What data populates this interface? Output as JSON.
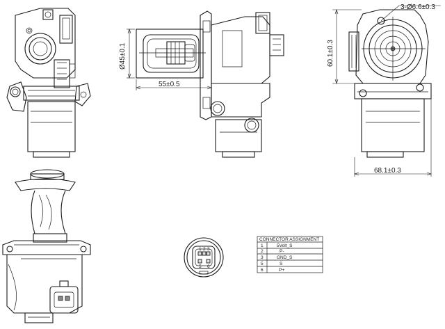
{
  "dimensions": {
    "diameter_bore": "Ø45±0.1",
    "length_flange": "55±0.5",
    "holes": "3-Ø6.6±0.3",
    "height_center": "60.1±0.3",
    "width_total": "68.1±0.3"
  },
  "connector_table": {
    "title": "CONNECTOR ASSIGNMENT",
    "rows": [
      {
        "pin": "1",
        "signal": "5Volt_S"
      },
      {
        "pin": "2",
        "signal": "P-"
      },
      {
        "pin": "3",
        "signal": "GND_S"
      },
      {
        "pin": "5",
        "signal": "S"
      },
      {
        "pin": "6",
        "signal": "P+"
      }
    ]
  },
  "connector_face": {
    "pin_numbers": [
      "1",
      "2",
      "3",
      "5",
      "6"
    ]
  }
}
